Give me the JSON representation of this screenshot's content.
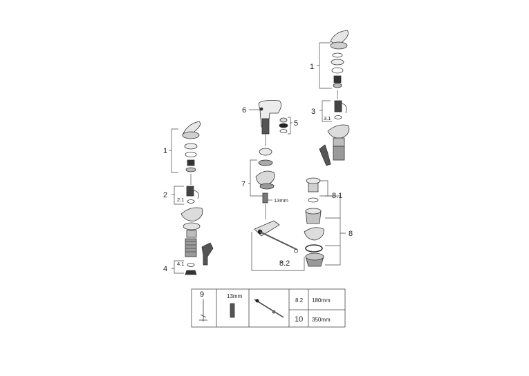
{
  "callouts": {
    "left_1": "1",
    "left_2": "2",
    "left_2_1": "2.1",
    "left_4": "4",
    "left_4_1": "4.1",
    "mid_6": "6",
    "mid_5": "5",
    "mid_7": "7",
    "mid_13mm": "13mm",
    "right_1": "1",
    "right_3": "3",
    "right_3_1": "3.1",
    "right_8": "8",
    "right_8_1": "8.1",
    "right_8_2": "8.2"
  },
  "table": {
    "cell_9_label": "9",
    "cell_13mm_label": "13mm",
    "row1_code": "8.2",
    "row1_length": "180mm",
    "row2_code": "10",
    "row2_length": "350mm"
  },
  "colors": {
    "line": "#333333",
    "chrome_light": "#d9d9d9",
    "chrome_mid": "#9a9a9a",
    "dark": "#1a1a1a"
  }
}
